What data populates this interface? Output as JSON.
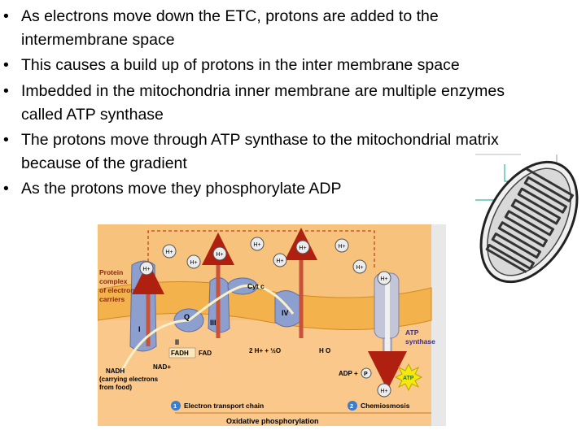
{
  "bullets": [
    {
      "line1": "As electrons move down the ETC, protons are added to the",
      "line2": "intermembrane space"
    },
    {
      "line1": "This causes a build up of protons in the inter membrane space",
      "line2": ""
    },
    {
      "line1": "Imbedded in the mitochondria inner membrane are multiple enzymes",
      "line2": "called ATP synthase"
    },
    {
      "line1": "The protons move through ATP synthase to the mitochondrial matrix",
      "line2": "because of the gradient"
    },
    {
      "line1": "As the protons move they phosphorylate ADP",
      "line2": ""
    }
  ],
  "diagram": {
    "proton": "H+",
    "protein_complex_label": [
      "Protein",
      "complex",
      "of electron",
      "carriers"
    ],
    "complexes": {
      "one": "I",
      "two": "II",
      "three": "III",
      "four": "IV"
    },
    "q_label": "Q",
    "cyt_c_label": "Cyt c",
    "fadh2": "FADH",
    "fad": "FAD",
    "nadh": "NADH",
    "nad_plus": "NAD+",
    "carrying_electrons": [
      "(carrying electrons",
      "from food)"
    ],
    "water_reaction": "2 H+ + ½O",
    "water_product": "H O",
    "atp_synthase_label": [
      "ATP",
      "synthase"
    ],
    "adp_label": "ADP +",
    "pi_label": "P",
    "atp_label": "ATP",
    "legend": [
      {
        "num": "1",
        "label": "Electron transport chain"
      },
      {
        "num": "2",
        "label": "Chemiosmosis"
      }
    ],
    "footer": "Oxidative phosphorylation"
  },
  "colors": {
    "intermembrane_space": "#f7c27c",
    "matrix": "#f9c88a",
    "membrane": "#f3b24c",
    "protein": "#8c9fcf",
    "proton_arrow": "#c8513a",
    "legend_circle": "#3d7cc9"
  }
}
